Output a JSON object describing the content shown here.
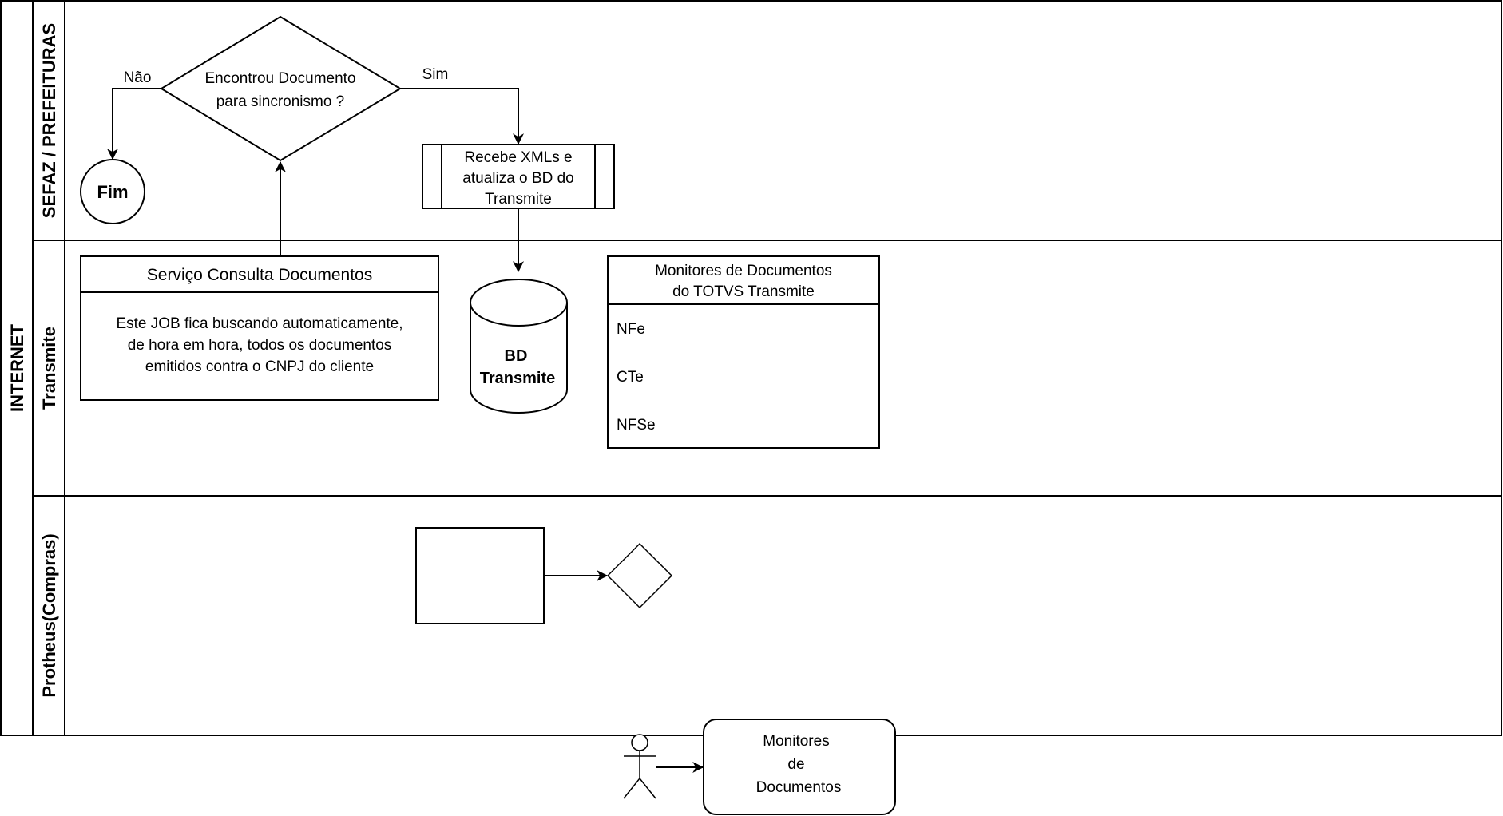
{
  "pool": {
    "title": "INTERNET",
    "lanes": [
      {
        "id": "sefaz",
        "label": "SEFAZ / PREFEITURAS"
      },
      {
        "id": "transmite",
        "label": "Transmite"
      },
      {
        "id": "protheus",
        "label": "Protheus(Compras)"
      }
    ]
  },
  "sefaz_lane": {
    "decision": {
      "lines": [
        "Encontrou Documento",
        "para sincronismo ?"
      ]
    },
    "no_label": "Não",
    "yes_label": "Sim",
    "end_event": "Fim",
    "subprocess": {
      "lines": [
        "Recebe XMLs e",
        "atualiza o BD do",
        "Transmite"
      ]
    }
  },
  "transmite_lane": {
    "service_box": {
      "title": "Serviço Consulta Documentos",
      "body_lines": [
        "Este JOB fica buscando automaticamente,",
        "de hora em hora, todos os documentos",
        "emitidos contra o CNPJ do cliente"
      ]
    },
    "database": {
      "lines": [
        "BD",
        "Transmite"
      ]
    },
    "monitors_list": {
      "title_lines": [
        "Monitores de Documentos",
        "do TOTVS Transmite"
      ],
      "items": [
        "NFe",
        "CTe",
        "NFSe"
      ]
    }
  },
  "protheus_lane": {
    "task_label": "",
    "gateway_label": ""
  },
  "outside": {
    "actor_label": "",
    "monitors_box": {
      "lines": [
        "Monitores",
        "de",
        "Documentos"
      ]
    }
  },
  "colors": {
    "stroke": "#000000",
    "background": "#ffffff"
  }
}
